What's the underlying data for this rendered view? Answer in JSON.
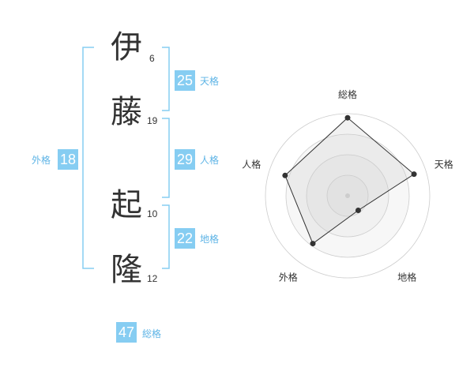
{
  "name": {
    "chars": [
      {
        "char": "伊",
        "strokes": "6"
      },
      {
        "char": "藤",
        "strokes": "19"
      },
      {
        "char": "起",
        "strokes": "10"
      },
      {
        "char": "隆",
        "strokes": "12"
      }
    ]
  },
  "kaku": {
    "tenkaku": {
      "value": "25",
      "label": "天格"
    },
    "jinkaku": {
      "value": "29",
      "label": "人格"
    },
    "chikaku": {
      "value": "22",
      "label": "地格"
    },
    "gaikaku": {
      "value": "18",
      "label": "外格"
    },
    "soukaku": {
      "value": "47",
      "label": "総格"
    }
  },
  "colors": {
    "accent": "#86cdf2",
    "bracket": "#86cdf2",
    "label": "#5eb4e6"
  },
  "chart_data": {
    "type": "radar",
    "axes": [
      "総格",
      "天格",
      "地格",
      "外格",
      "人格"
    ],
    "values": [
      0.95,
      0.85,
      0.22,
      0.72,
      0.8
    ],
    "rings": 4,
    "grid": true
  }
}
